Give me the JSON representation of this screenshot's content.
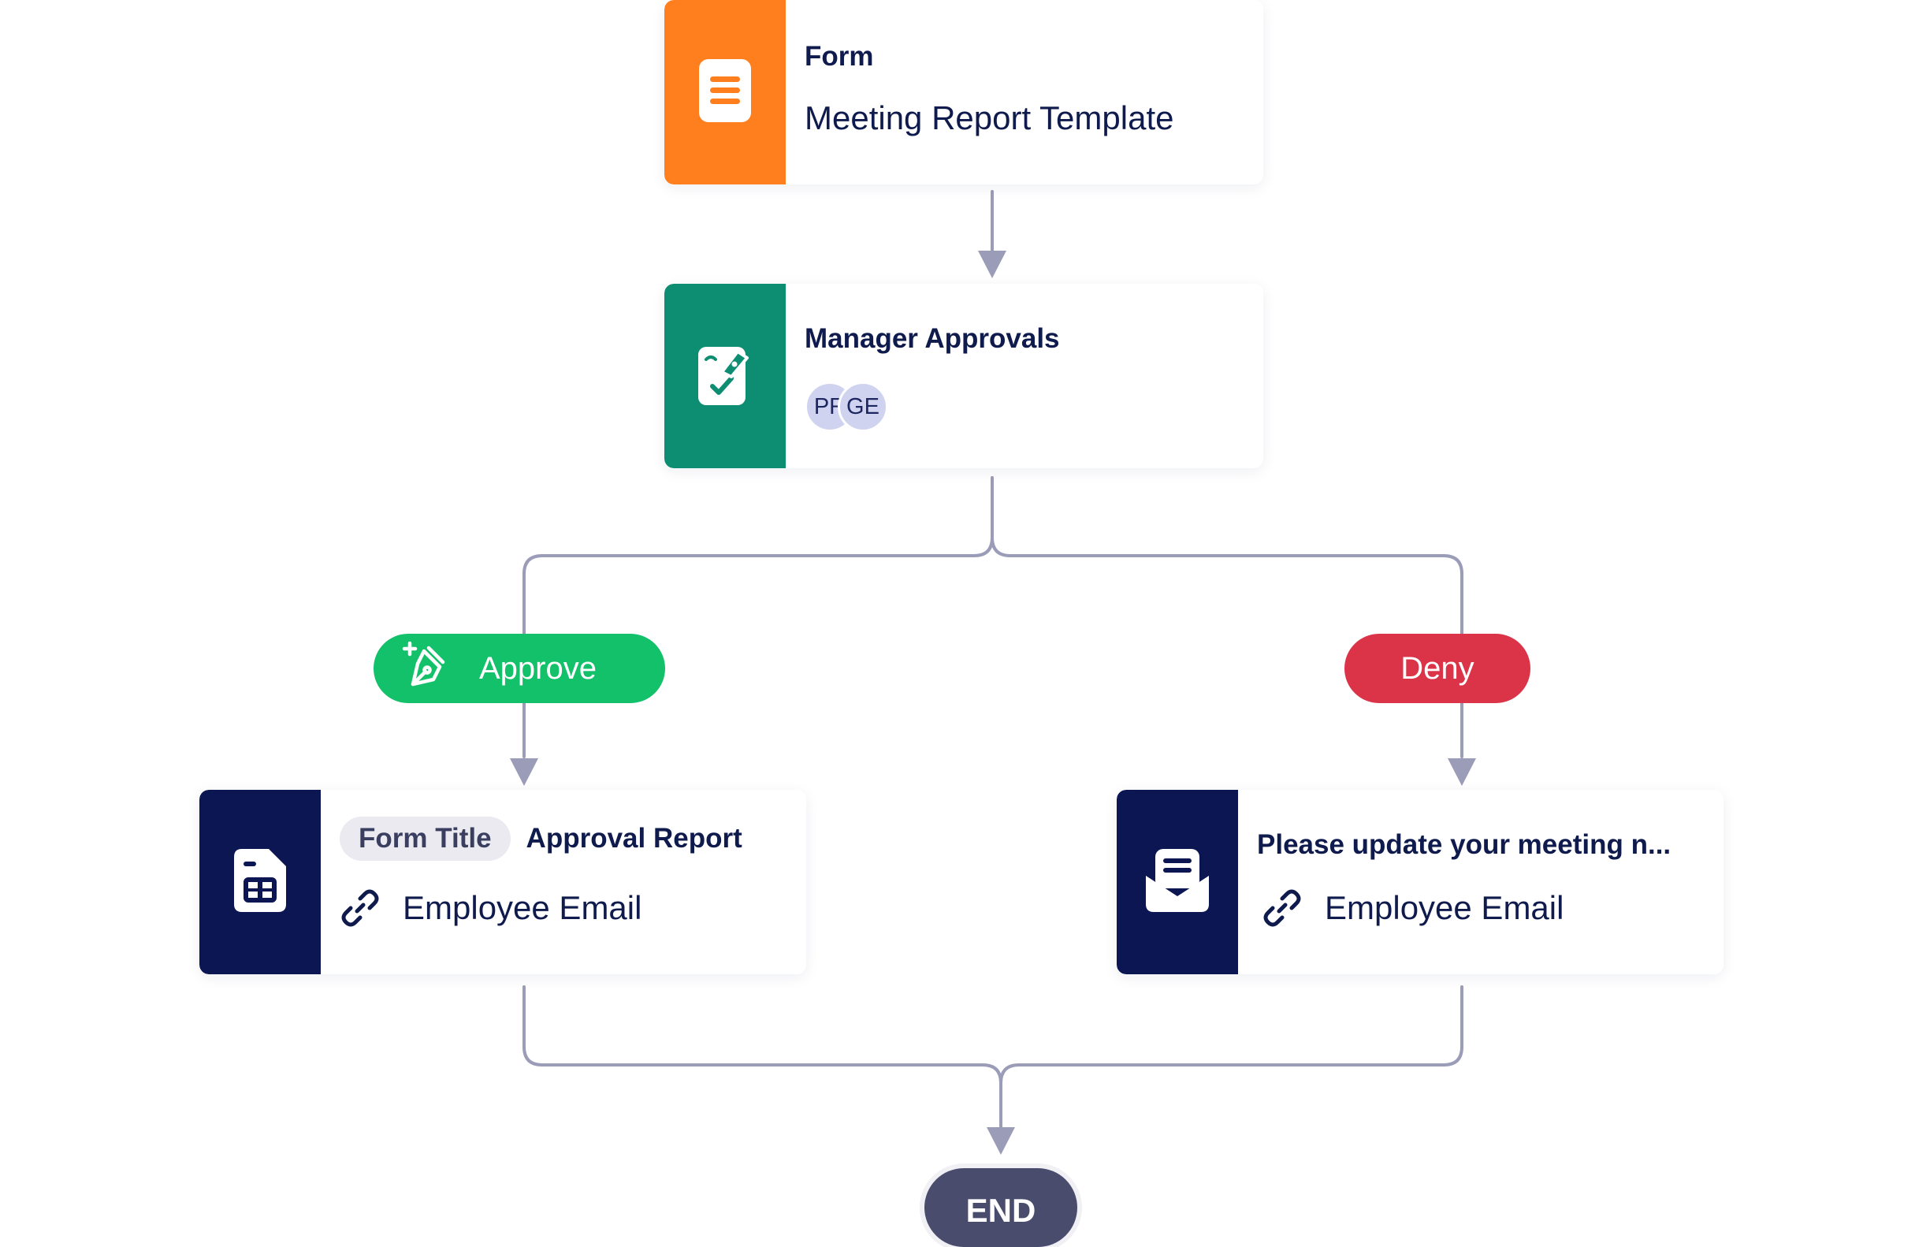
{
  "form_node": {
    "title": "Form",
    "subtitle": "Meeting Report Template",
    "icon": "form-document-icon",
    "color": "#ff7f1e"
  },
  "approval_node": {
    "title": "Manager Approvals",
    "icon": "signature-approval-icon",
    "color": "#0d8d72",
    "assignees": [
      "PR",
      "GE"
    ]
  },
  "branches": {
    "approve": {
      "label": "Approve",
      "icon": "pen-sparkle-icon",
      "color": "#12c16a"
    },
    "deny": {
      "label": "Deny",
      "color": "#db3448"
    }
  },
  "report_node": {
    "chip": "Form Title",
    "title": "Approval Report",
    "link_label": "Employee Email",
    "icon": "report-sheet-icon",
    "color": "#0b1653"
  },
  "email_node": {
    "title": "Please update your meeting n...",
    "link_label": "Employee Email",
    "icon": "envelope-open-icon",
    "color": "#0b1653"
  },
  "end_node": {
    "label": "END",
    "color": "#4a4c6d"
  },
  "connector_color": "#9a9cb8"
}
